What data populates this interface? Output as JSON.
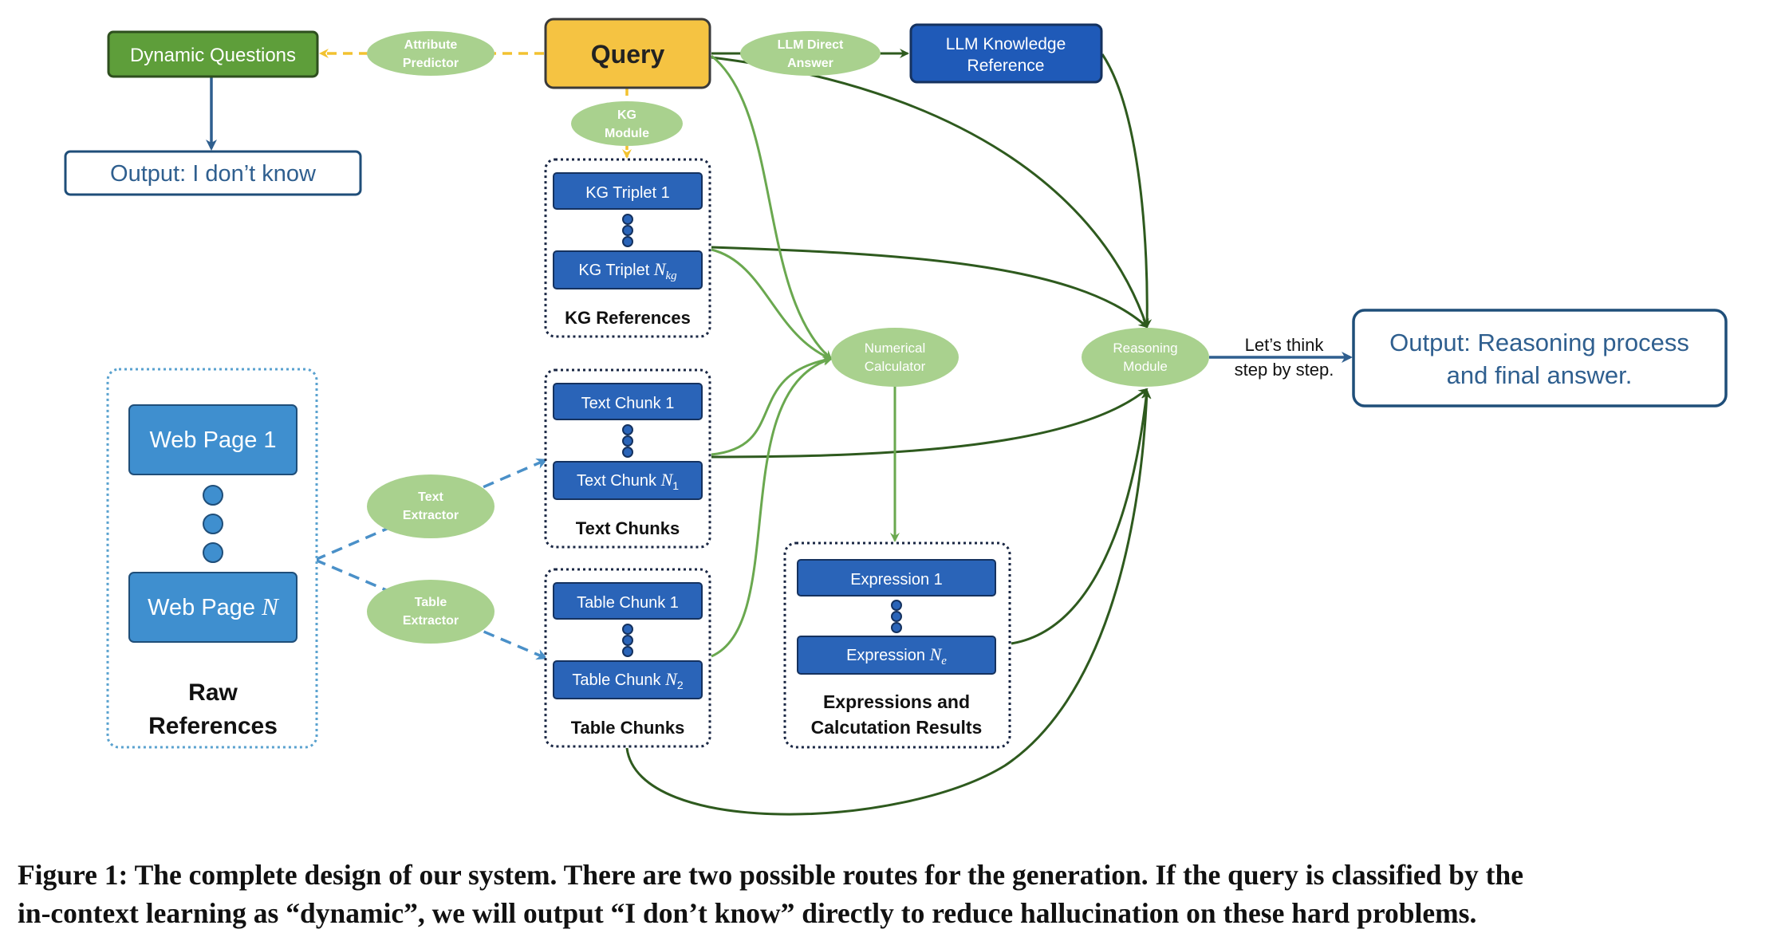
{
  "figure": {
    "caption_line1": "Figure 1: The complete design of our system. There are two possible routes for the generation. If the query is classified by the",
    "caption_line2": "in-context learning as “dynamic”, we will output “I don’t know” directly to reduce hallucination on these hard problems."
  },
  "nodes": {
    "query": "Query",
    "dynamic_questions": "Dynamic Questions",
    "output_dont_know": "Output: I don’t know",
    "llm_knowledge_line1": "LLM Knowledge",
    "llm_knowledge_line2": "Reference",
    "output_reasoning_line1": "Output: Reasoning process",
    "output_reasoning_line2": "and final answer.",
    "kg_triplet_1": "KG Triplet 1",
    "kg_triplet_n_prefix": "KG Triplet ",
    "kg_triplet_n_var": "N",
    "kg_triplet_n_sub": "kg",
    "kg_references": "KG References",
    "text_chunk_1": "Text Chunk 1",
    "text_chunk_n_prefix": "Text Chunk ",
    "text_chunk_n_var": "N",
    "text_chunk_n_sub": "1",
    "text_chunks": "Text Chunks",
    "table_chunk_1": "Table Chunk 1",
    "table_chunk_n_prefix": "Table Chunk ",
    "table_chunk_n_var": "N",
    "table_chunk_n_sub": "2",
    "table_chunks": "Table Chunks",
    "web_page_1": "Web Page 1",
    "web_page_n_prefix": "Web Page ",
    "web_page_n_var": "N",
    "raw_references_line1": "Raw",
    "raw_references_line2": "References",
    "expression_1": "Expression 1",
    "expression_n_prefix": "Expression ",
    "expression_n_var": "N",
    "expression_n_sub": "e",
    "expressions_line1": "Expressions and",
    "expressions_line2": "Calcutation Results"
  },
  "modules": {
    "attribute_predictor_line1": "Attribute",
    "attribute_predictor_line2": "Predictor",
    "llm_direct_line1": "LLM Direct",
    "llm_direct_line2": "Answer",
    "kg_module_line1": "KG",
    "kg_module_line2": "Module",
    "numerical_line1": "Numerical",
    "numerical_line2": "Calculator",
    "reasoning_line1": "Reasoning",
    "reasoning_line2": "Module",
    "text_extractor_line1": "Text",
    "text_extractor_line2": "Extractor",
    "table_extractor_line1": "Table",
    "table_extractor_line2": "Extractor"
  },
  "edge_labels": {
    "lets_think_line1": "Let’s think",
    "lets_think_line2": "step by step."
  },
  "colors": {
    "query_fill": "#F5C342",
    "dynamic_fill": "#5E9E3A",
    "node_blue": "#2A64B8",
    "node_dark_blue": "#1F5AB8",
    "web_page_fill": "#3F8FCF",
    "module_green": "#A9D18E",
    "arrow_dark_green": "#2E5A1E",
    "arrow_light_green": "#6AA84F",
    "arrow_yellow": "#F2C230",
    "arrow_blue_dashed": "#4A90C8",
    "output_border": "#1F4E79",
    "output_text": "#2F5F8F"
  }
}
